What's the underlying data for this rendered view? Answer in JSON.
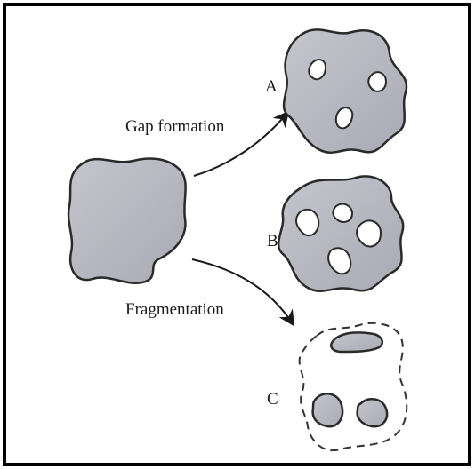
{
  "figure": {
    "arrow_labels": {
      "gap": "Gap formation",
      "fragmentation": "Fragmentation"
    },
    "panel_labels": {
      "a": "A",
      "b": "B",
      "c": "C"
    }
  },
  "colors": {
    "frame": "#000000",
    "patch_fill": "#b9bac3",
    "patch_stroke": "#2a2a2a",
    "gap_fill": "#ffffff",
    "dashed_boundary": "#333333",
    "background": "#ffffff"
  }
}
